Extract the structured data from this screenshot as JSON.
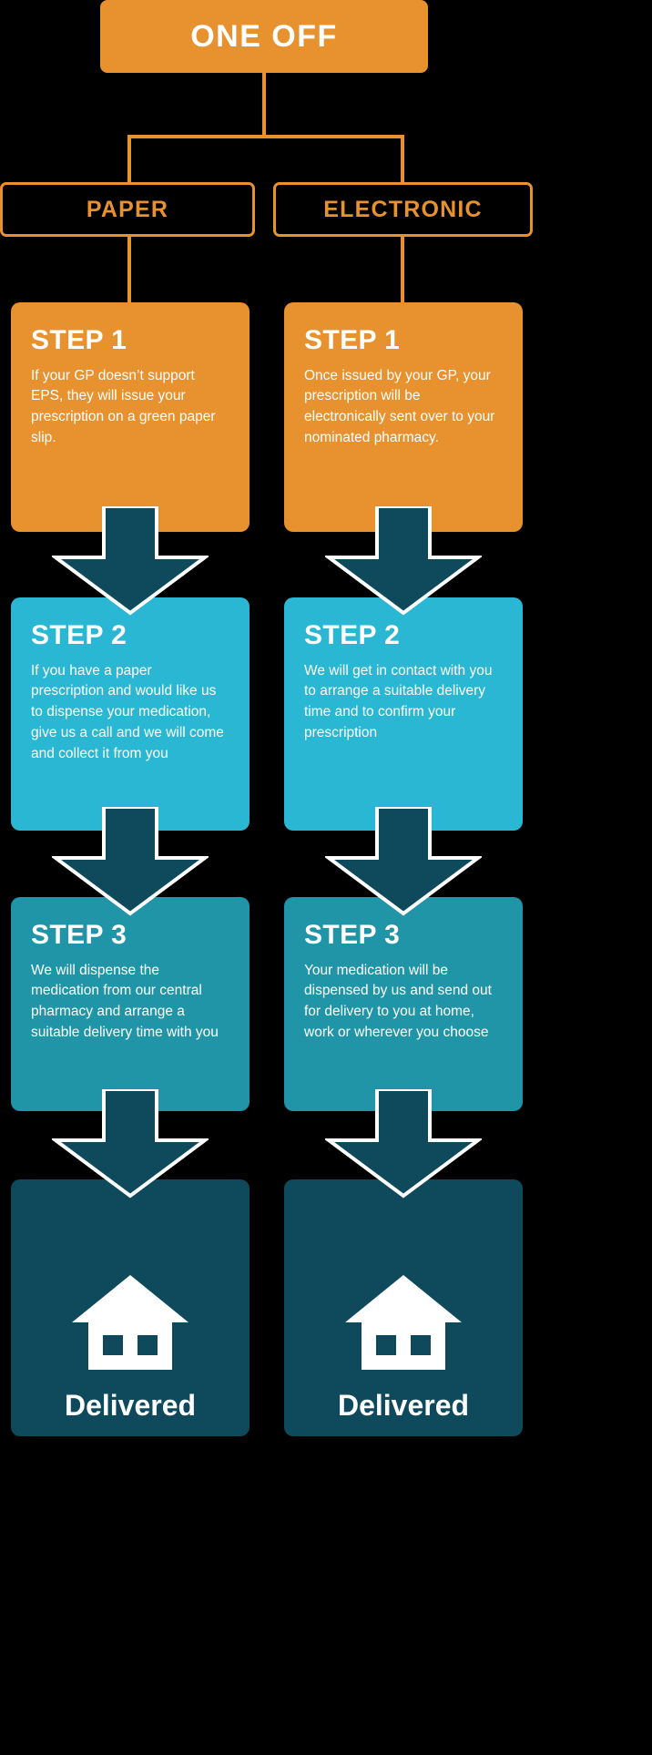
{
  "header": {
    "title": "ONE OFF",
    "colors": {
      "orange": "#E8922F",
      "cyan": "#29B7D3",
      "teal": "#2095A8",
      "dark_teal": "#0E4A5C",
      "background": "#000000",
      "text": "#FFFFFF"
    }
  },
  "branches": [
    {
      "label": "PAPER"
    },
    {
      "label": "ELECTRONIC"
    }
  ],
  "columns": [
    {
      "branch": "PAPER",
      "steps": [
        {
          "title": "STEP 1",
          "body": "If your GP doesn’t support EPS, they will issue your prescription on a green paper slip."
        },
        {
          "title": "STEP 2",
          "body": "If you have a paper prescription and would like us to dispense your medication, give us a call and we will come and collect it from you"
        },
        {
          "title": "STEP 3",
          "body": "We will dispense the medication from our central pharmacy and arrange a suitable delivery time with you"
        }
      ],
      "outcome": {
        "label": "Delivered",
        "icon": "house-icon"
      }
    },
    {
      "branch": "ELECTRONIC",
      "steps": [
        {
          "title": "STEP 1",
          "body": "Once issued by your GP, your prescription will be electronically sent over to your nominated pharmacy."
        },
        {
          "title": "STEP 2",
          "body": "We will get in contact with you to arrange a suitable delivery time and to confirm your prescription"
        },
        {
          "title": "STEP 3",
          "body": "Your medication will be dispensed by us and send out for delivery to you at home, work or wherever you choose"
        }
      ],
      "outcome": {
        "label": "Delivered",
        "icon": "house-icon"
      }
    }
  ]
}
